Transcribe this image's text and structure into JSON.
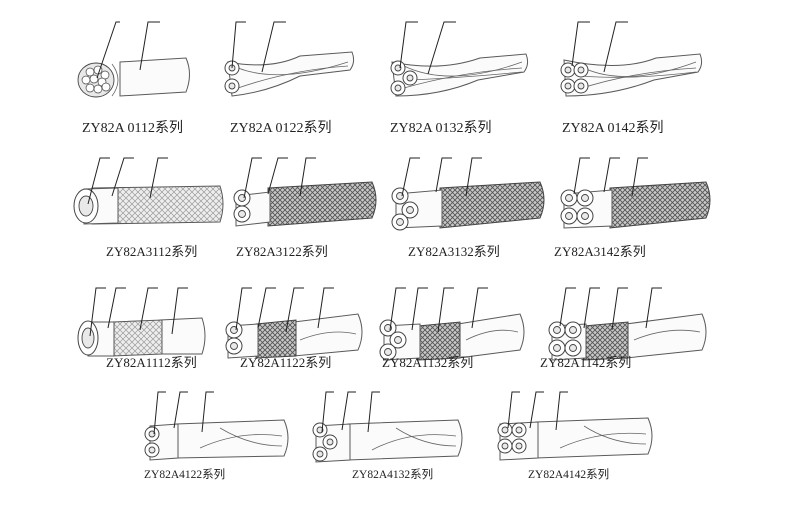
{
  "rows": [
    [
      {
        "label": "ZY82A  0112系列",
        "cores": 1,
        "layers": [
          "insulation",
          "sheath"
        ]
      },
      {
        "label": "ZY82A    0122系列",
        "cores": 2,
        "layers": [
          "insulation",
          "sheath"
        ]
      },
      {
        "label": "ZY82A    0132系列",
        "cores": 3,
        "layers": [
          "insulation",
          "sheath"
        ]
      },
      {
        "label": "ZY82A    0142系列",
        "cores": 4,
        "layers": [
          "insulation",
          "sheath"
        ]
      }
    ],
    [
      {
        "label": "ZY82A3112系列",
        "cores": 1,
        "layers": [
          "insulation",
          "sheath",
          "braid"
        ]
      },
      {
        "label": "ZY82A3122系列",
        "cores": 2,
        "layers": [
          "insulation",
          "sheath",
          "braid"
        ]
      },
      {
        "label": "ZY82A3132系列",
        "cores": 3,
        "layers": [
          "insulation",
          "sheath",
          "braid"
        ]
      },
      {
        "label": "ZY82A3142系列",
        "cores": 4,
        "layers": [
          "insulation",
          "sheath",
          "braid"
        ]
      }
    ],
    [
      {
        "label": "ZY82A1112系列",
        "cores": 1,
        "layers": [
          "insulation",
          "braid",
          "sheath"
        ]
      },
      {
        "label": "ZY82A1122系列",
        "cores": 2,
        "layers": [
          "insulation",
          "braid",
          "sheath"
        ]
      },
      {
        "label": "ZY82A1132系列",
        "cores": 3,
        "layers": [
          "insulation",
          "braid",
          "sheath"
        ]
      },
      {
        "label": "ZY82A1142系列",
        "cores": 4,
        "layers": [
          "insulation",
          "braid",
          "sheath"
        ]
      }
    ],
    [
      {
        "label": "ZY82A4122系列",
        "cores": 2,
        "layers": [
          "insulation",
          "sheath",
          "outer-sheath"
        ]
      },
      {
        "label": "ZY82A4132系列",
        "cores": 3,
        "layers": [
          "insulation",
          "sheath",
          "outer-sheath"
        ]
      },
      {
        "label": "ZY82A4142系列",
        "cores": 4,
        "layers": [
          "insulation",
          "sheath",
          "outer-sheath"
        ]
      }
    ]
  ],
  "colors": {
    "line": "#333333",
    "braid": "#9a9a9a",
    "sheath": "#fbfbfb",
    "text": "#222222"
  }
}
